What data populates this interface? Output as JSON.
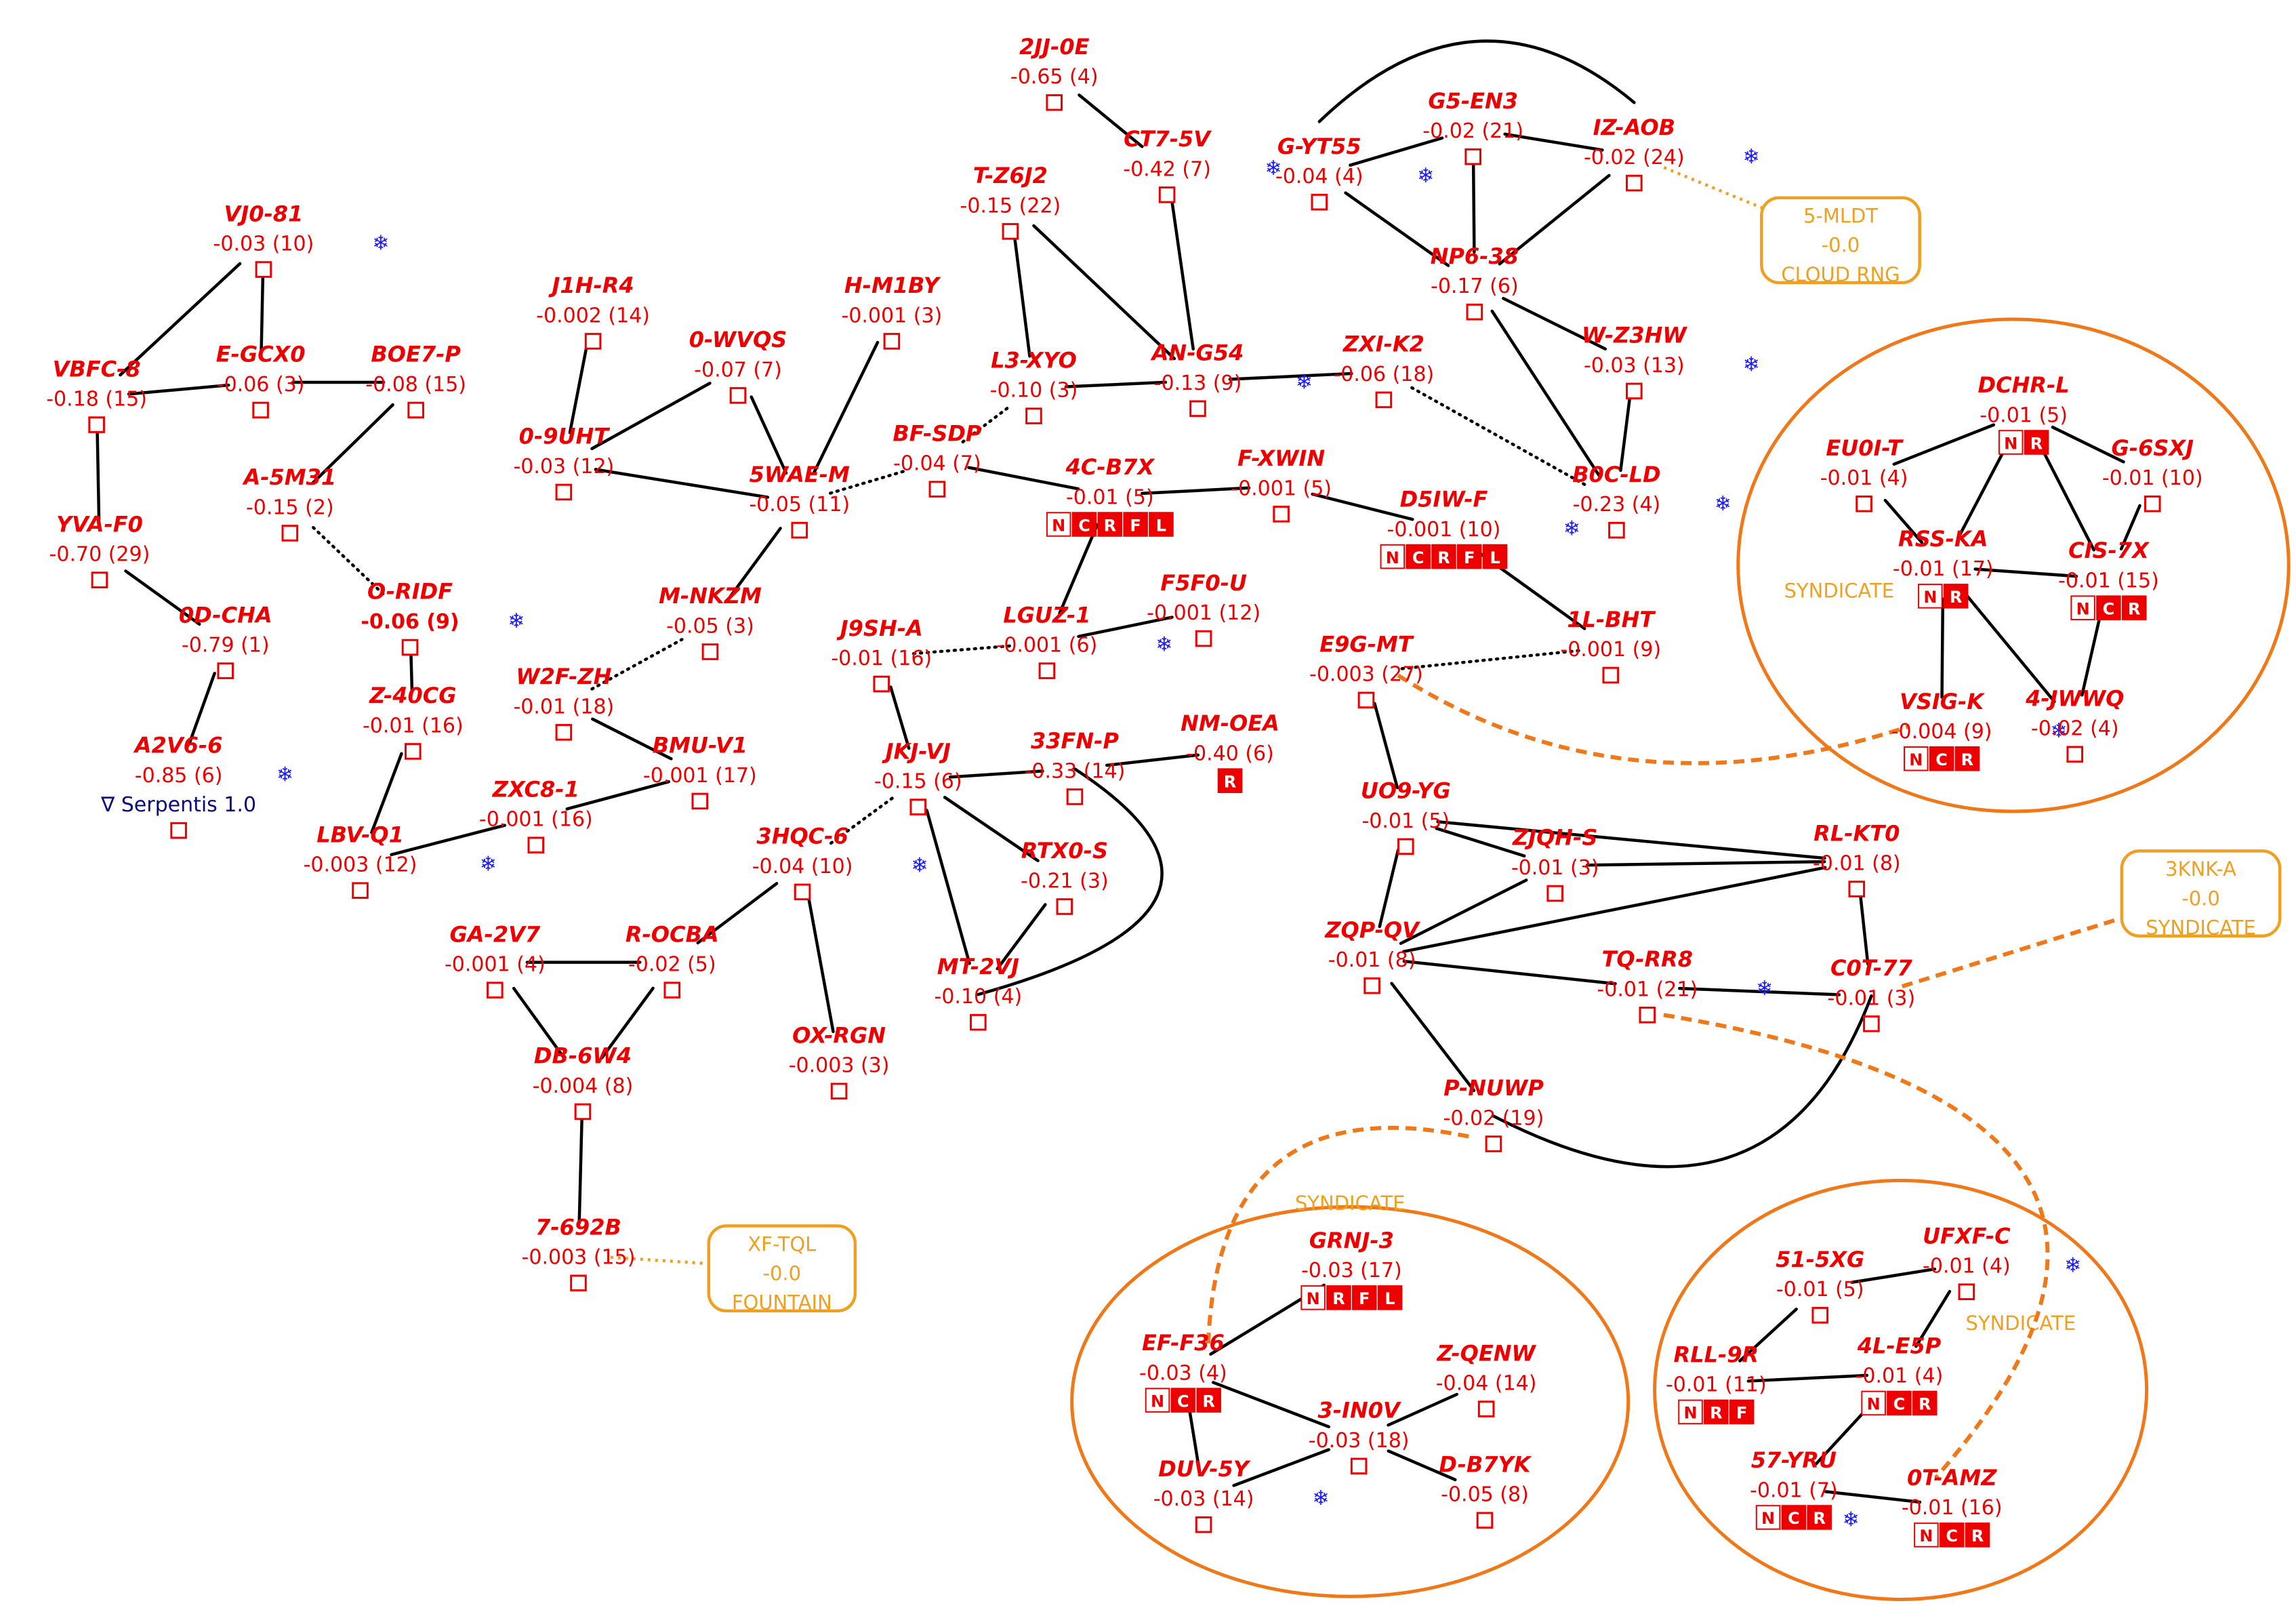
{
  "map": {
    "systems": [
      {
        "id": "VJ0-81",
        "value": "-0.03",
        "count": "(10)",
        "ice": true,
        "services": []
      },
      {
        "id": "E-GCX0",
        "value": "-0.06",
        "count": "(3)",
        "ice": false,
        "services": []
      },
      {
        "id": "VBFC-8",
        "value": "-0.18",
        "count": "(15)",
        "ice": false,
        "services": []
      },
      {
        "id": "BOE7-P",
        "value": "-0.08",
        "count": "(15)",
        "ice": false,
        "services": []
      },
      {
        "id": "A-5M31",
        "value": "-0.15",
        "count": "(2)",
        "ice": false,
        "services": []
      },
      {
        "id": "YVA-F0",
        "value": "-0.70",
        "count": "(29)",
        "ice": false,
        "services": []
      },
      {
        "id": "O-RIDF",
        "value": "-0.06",
        "count": "(9)",
        "ice": true,
        "bold_value": true,
        "services": []
      },
      {
        "id": "0D-CHA",
        "value": "-0.79",
        "count": "(1)",
        "ice": false,
        "services": []
      },
      {
        "id": "A2V6-6",
        "value": "-0.85",
        "count": "(6)",
        "ice": true,
        "services": [],
        "sovereignty": "∇ Serpentis 1.0"
      },
      {
        "id": "Z-40CG",
        "value": "-0.01",
        "count": "(16)",
        "ice": false,
        "services": []
      },
      {
        "id": "LBV-Q1",
        "value": "-0.003",
        "count": "(12)",
        "ice": true,
        "services": []
      },
      {
        "id": "J1H-R4",
        "value": "-0.002",
        "count": "(14)",
        "ice": false,
        "services": []
      },
      {
        "id": "0-WVQS",
        "value": "-0.07",
        "count": "(7)",
        "ice": false,
        "services": []
      },
      {
        "id": "H-M1BY",
        "value": "-0.001",
        "count": "(3)",
        "ice": false,
        "services": []
      },
      {
        "id": "0-9UHT",
        "value": "-0.03",
        "count": "(12)",
        "ice": false,
        "services": []
      },
      {
        "id": "5WAE-M",
        "value": "-0.05",
        "count": "(11)",
        "ice": false,
        "services": []
      },
      {
        "id": "M-NKZM",
        "value": "-0.05",
        "count": "(3)",
        "ice": false,
        "services": []
      },
      {
        "id": "W2F-ZH",
        "value": "-0.01",
        "count": "(18)",
        "ice": false,
        "services": []
      },
      {
        "id": "BMU-V1",
        "value": "-0.001",
        "count": "(17)",
        "ice": false,
        "services": []
      },
      {
        "id": "ZXC8-1",
        "value": "-0.001",
        "count": "(16)",
        "ice": false,
        "services": []
      },
      {
        "id": "GA-2V7",
        "value": "-0.001",
        "count": "(4)",
        "ice": false,
        "services": []
      },
      {
        "id": "R-OCBA",
        "value": "-0.02",
        "count": "(5)",
        "ice": false,
        "services": []
      },
      {
        "id": "DB-6W4",
        "value": "-0.004",
        "count": "(8)",
        "ice": false,
        "services": []
      },
      {
        "id": "7-692B",
        "value": "-0.003",
        "count": "(15)",
        "ice": false,
        "services": []
      },
      {
        "id": "2JJ-0E",
        "value": "-0.65",
        "count": "(4)",
        "ice": false,
        "services": []
      },
      {
        "id": "CT7-5V",
        "value": "-0.42",
        "count": "(7)",
        "ice": true,
        "services": []
      },
      {
        "id": "T-Z6J2",
        "value": "-0.15",
        "count": "(22)",
        "ice": false,
        "services": []
      },
      {
        "id": "L3-XYO",
        "value": "-0.10",
        "count": "(3)",
        "ice": false,
        "services": []
      },
      {
        "id": "AN-G54",
        "value": "-0.13",
        "count": "(9)",
        "ice": true,
        "services": []
      },
      {
        "id": "BF-SDP",
        "value": "-0.04",
        "count": "(7)",
        "ice": false,
        "services": []
      },
      {
        "id": "4C-B7X",
        "value": "-0.01",
        "count": "(5)",
        "ice": false,
        "services": [
          "N",
          "C",
          "R",
          "F",
          "L"
        ]
      },
      {
        "id": "F-XWIN",
        "value": "-0.001",
        "count": "(5)",
        "ice": false,
        "services": []
      },
      {
        "id": "LGUZ-1",
        "value": "-0.001",
        "count": "(6)",
        "ice": true,
        "services": []
      },
      {
        "id": "F5F0-U",
        "value": "-0.001",
        "count": "(12)",
        "ice": false,
        "services": []
      },
      {
        "id": "J9SH-A",
        "value": "-0.01",
        "count": "(16)",
        "ice": false,
        "services": []
      },
      {
        "id": "JKJ-VJ",
        "value": "-0.15",
        "count": "(6)",
        "ice": false,
        "services": []
      },
      {
        "id": "33FN-P",
        "value": "-0.33",
        "count": "(14)",
        "ice": false,
        "services": []
      },
      {
        "id": "NM-OEA",
        "value": "-0.40",
        "count": "(6)",
        "ice": false,
        "services": [
          "R"
        ]
      },
      {
        "id": "3HQC-6",
        "value": "-0.04",
        "count": "(10)",
        "ice": true,
        "services": []
      },
      {
        "id": "RTX0-S",
        "value": "-0.21",
        "count": "(3)",
        "ice": false,
        "services": []
      },
      {
        "id": "MT-2VJ",
        "value": "-0.10",
        "count": "(4)",
        "ice": false,
        "services": []
      },
      {
        "id": "OX-RGN",
        "value": "-0.003",
        "count": "(3)",
        "ice": false,
        "services": []
      },
      {
        "id": "G-YT55",
        "value": "-0.04",
        "count": "(4)",
        "ice": true,
        "services": []
      },
      {
        "id": "G5-EN3",
        "value": "-0.02",
        "count": "(21)",
        "ice": false,
        "services": []
      },
      {
        "id": "IZ-AOB",
        "value": "-0.02",
        "count": "(24)",
        "ice": true,
        "services": []
      },
      {
        "id": "NP6-38",
        "value": "-0.17",
        "count": "(6)",
        "ice": false,
        "services": []
      },
      {
        "id": "W-Z3HW",
        "value": "-0.03",
        "count": "(13)",
        "ice": true,
        "services": []
      },
      {
        "id": "ZXI-K2",
        "value": "-0.06",
        "count": "(18)",
        "ice": false,
        "services": []
      },
      {
        "id": "B0C-LD",
        "value": "-0.23",
        "count": "(4)",
        "ice": true,
        "services": []
      },
      {
        "id": "D5IW-F",
        "value": "-0.001",
        "count": "(10)",
        "ice": true,
        "services": [
          "N",
          "C",
          "R",
          "F",
          "L"
        ]
      },
      {
        "id": "1L-BHT",
        "value": "-0.001",
        "count": "(9)",
        "ice": false,
        "services": []
      },
      {
        "id": "E9G-MT",
        "value": "-0.003",
        "count": "(27)",
        "ice": false,
        "services": []
      },
      {
        "id": "UO9-YG",
        "value": "-0.01",
        "count": "(5)",
        "ice": false,
        "services": []
      },
      {
        "id": "ZJQH-S",
        "value": "-0.01",
        "count": "(3)",
        "ice": false,
        "services": []
      },
      {
        "id": "RL-KT0",
        "value": "-0.01",
        "count": "(8)",
        "ice": false,
        "services": []
      },
      {
        "id": "ZQP-QV",
        "value": "-0.01",
        "count": "(8)",
        "ice": false,
        "services": []
      },
      {
        "id": "TQ-RR8",
        "value": "-0.01",
        "count": "(21)",
        "ice": true,
        "services": []
      },
      {
        "id": "C0T-77",
        "value": "-0.01",
        "count": "(3)",
        "ice": false,
        "services": []
      },
      {
        "id": "P-NUWP",
        "value": "-0.02",
        "count": "(19)",
        "ice": false,
        "services": []
      },
      {
        "id": "DCHR-L",
        "value": "-0.01",
        "count": "(5)",
        "ice": false,
        "services": [
          "N",
          "R"
        ]
      },
      {
        "id": "EU0I-T",
        "value": "-0.01",
        "count": "(4)",
        "ice": false,
        "services": []
      },
      {
        "id": "G-6SXJ",
        "value": "-0.01",
        "count": "(10)",
        "ice": false,
        "services": []
      },
      {
        "id": "RSS-KA",
        "value": "-0.01",
        "count": "(17)",
        "ice": false,
        "services": [
          "N",
          "R"
        ]
      },
      {
        "id": "CIS-7X",
        "value": "-0.01",
        "count": "(15)",
        "ice": false,
        "services": [
          "N",
          "C",
          "R"
        ]
      },
      {
        "id": "VSIG-K",
        "value": "-0.004",
        "count": "(9)",
        "ice": true,
        "services": [
          "N",
          "C",
          "R"
        ]
      },
      {
        "id": "4-JWWQ",
        "value": "-0.02",
        "count": "(4)",
        "ice": false,
        "services": []
      },
      {
        "id": "GRNJ-3",
        "value": "-0.03",
        "count": "(17)",
        "ice": false,
        "services": [
          "N",
          "R",
          "F",
          "L"
        ]
      },
      {
        "id": "EF-F36",
        "value": "-0.03",
        "count": "(4)",
        "ice": false,
        "services": [
          "N",
          "C",
          "R"
        ]
      },
      {
        "id": "Z-QENW",
        "value": "-0.04",
        "count": "(14)",
        "ice": false,
        "services": []
      },
      {
        "id": "3-IN0V",
        "value": "-0.03",
        "count": "(18)",
        "ice": false,
        "services": []
      },
      {
        "id": "DUV-5Y",
        "value": "-0.03",
        "count": "(14)",
        "ice": true,
        "services": []
      },
      {
        "id": "D-B7YK",
        "value": "-0.05",
        "count": "(8)",
        "ice": false,
        "services": []
      },
      {
        "id": "51-5XG",
        "value": "-0.01",
        "count": "(5)",
        "ice": false,
        "services": []
      },
      {
        "id": "UFXF-C",
        "value": "-0.01",
        "count": "(4)",
        "ice": true,
        "services": []
      },
      {
        "id": "RLL-9R",
        "value": "-0.01",
        "count": "(11)",
        "ice": false,
        "services": [
          "N",
          "R",
          "F"
        ]
      },
      {
        "id": "4L-E5P",
        "value": "-0.01",
        "count": "(4)",
        "ice": false,
        "services": [
          "N",
          "C",
          "R"
        ]
      },
      {
        "id": "57-YRU",
        "value": "-0.01",
        "count": "(7)",
        "ice": true,
        "services": [
          "N",
          "C",
          "R"
        ]
      },
      {
        "id": "0T-AMZ",
        "value": "-0.01",
        "count": "(16)",
        "ice": false,
        "services": [
          "N",
          "C",
          "R"
        ]
      }
    ],
    "landmarks": [
      {
        "id": "5-MLDT",
        "value": "-0.0",
        "type": "CLOUD RNG"
      },
      {
        "id": "XF-TQL",
        "value": "-0.0",
        "type": "FOUNTAIN"
      },
      {
        "id": "3KNK-A",
        "value": "-0.0",
        "type": "SYNDICATE"
      }
    ],
    "regions": [
      {
        "label": "SYNDICATE"
      },
      {
        "label": "SYNDICATE"
      },
      {
        "label": "SYNDICATE"
      }
    ],
    "gates": [
      [
        "VJ0-81",
        "VBFC-8",
        "solid"
      ],
      [
        "VJ0-81",
        "E-GCX0",
        "solid"
      ],
      [
        "VBFC-8",
        "E-GCX0",
        "solid"
      ],
      [
        "E-GCX0",
        "BOE7-P",
        "solid"
      ],
      [
        "BOE7-P",
        "A-5M31",
        "solid"
      ],
      [
        "VBFC-8",
        "YVA-F0",
        "solid"
      ],
      [
        "YVA-F0",
        "0D-CHA",
        "solid"
      ],
      [
        "0D-CHA",
        "A2V6-6",
        "solid"
      ],
      [
        "A-5M31",
        "O-RIDF",
        "dotted"
      ],
      [
        "O-RIDF",
        "Z-40CG",
        "solid"
      ],
      [
        "Z-40CG",
        "LBV-Q1",
        "solid"
      ],
      [
        "LBV-Q1",
        "ZXC8-1",
        "solid"
      ],
      [
        "ZXC8-1",
        "BMU-V1",
        "solid"
      ],
      [
        "BMU-V1",
        "W2F-ZH",
        "solid"
      ],
      [
        "W2F-ZH",
        "M-NKZM",
        "dotted"
      ],
      [
        "M-NKZM",
        "5WAE-M",
        "solid"
      ],
      [
        "J1H-R4",
        "0-9UHT",
        "solid"
      ],
      [
        "0-9UHT",
        "0-WVQS",
        "solid"
      ],
      [
        "0-9UHT",
        "5WAE-M",
        "solid"
      ],
      [
        "0-WVQS",
        "5WAE-M",
        "solid"
      ],
      [
        "H-M1BY",
        "5WAE-M",
        "solid"
      ],
      [
        "5WAE-M",
        "BF-SDP",
        "dotted"
      ],
      [
        "BF-SDP",
        "L3-XYO",
        "dotted"
      ],
      [
        "BF-SDP",
        "4C-B7X",
        "solid"
      ],
      [
        "2JJ-0E",
        "CT7-5V",
        "solid"
      ],
      [
        "T-Z6J2",
        "L3-XYO",
        "solid"
      ],
      [
        "T-Z6J2",
        "AN-G54",
        "solid"
      ],
      [
        "CT7-5V",
        "AN-G54",
        "solid"
      ],
      [
        "L3-XYO",
        "AN-G54",
        "solid"
      ],
      [
        "AN-G54",
        "ZXI-K2",
        "solid"
      ],
      [
        "ZXI-K2",
        "B0C-LD",
        "dotted"
      ],
      [
        "G-YT55",
        "G5-EN3",
        "solid"
      ],
      [
        "G5-EN3",
        "IZ-AOB",
        "solid"
      ],
      [
        "G-YT55",
        "IZ-AOB",
        "curve"
      ],
      [
        "G-YT55",
        "NP6-38",
        "solid"
      ],
      [
        "G5-EN3",
        "NP6-38",
        "solid"
      ],
      [
        "IZ-AOB",
        "NP6-38",
        "solid"
      ],
      [
        "NP6-38",
        "W-Z3HW",
        "solid"
      ],
      [
        "NP6-38",
        "B0C-LD",
        "solid"
      ],
      [
        "W-Z3HW",
        "B0C-LD",
        "solid"
      ],
      [
        "4C-B7X",
        "F-XWIN",
        "solid"
      ],
      [
        "F-XWIN",
        "D5IW-F",
        "solid"
      ],
      [
        "D5IW-F",
        "1L-BHT",
        "solid"
      ],
      [
        "1L-BHT",
        "E9G-MT",
        "dotted"
      ],
      [
        "4C-B7X",
        "LGUZ-1",
        "solid"
      ],
      [
        "LGUZ-1",
        "F5F0-U",
        "solid"
      ],
      [
        "J9SH-A",
        "LGUZ-1",
        "dotted"
      ],
      [
        "J9SH-A",
        "JKJ-VJ",
        "solid"
      ],
      [
        "JKJ-VJ",
        "33FN-P",
        "solid"
      ],
      [
        "33FN-P",
        "NM-OEA",
        "solid"
      ],
      [
        "JKJ-VJ",
        "RTX0-S",
        "solid"
      ],
      [
        "JKJ-VJ",
        "MT-2VJ",
        "solid"
      ],
      [
        "RTX0-S",
        "MT-2VJ",
        "solid"
      ],
      [
        "33FN-P",
        "MT-2VJ",
        "curve"
      ],
      [
        "JKJ-VJ",
        "3HQC-6",
        "dotted"
      ],
      [
        "3HQC-6",
        "R-OCBA",
        "solid"
      ],
      [
        "3HQC-6",
        "OX-RGN",
        "solid"
      ],
      [
        "GA-2V7",
        "R-OCBA",
        "solid"
      ],
      [
        "GA-2V7",
        "DB-6W4",
        "solid"
      ],
      [
        "R-OCBA",
        "DB-6W4",
        "solid"
      ],
      [
        "DB-6W4",
        "7-692B",
        "solid"
      ],
      [
        "E9G-MT",
        "UO9-YG",
        "solid"
      ],
      [
        "UO9-YG",
        "ZJQH-S",
        "solid"
      ],
      [
        "UO9-YG",
        "RL-KT0",
        "solid"
      ],
      [
        "UO9-YG",
        "ZQP-QV",
        "solid"
      ],
      [
        "ZJQH-S",
        "RL-KT0",
        "solid"
      ],
      [
        "ZJQH-S",
        "ZQP-QV",
        "solid"
      ],
      [
        "ZQP-QV",
        "RL-KT0",
        "solid"
      ],
      [
        "ZQP-QV",
        "TQ-RR8",
        "solid"
      ],
      [
        "TQ-RR8",
        "C0T-77",
        "solid"
      ],
      [
        "RL-KT0",
        "C0T-77",
        "solid"
      ],
      [
        "ZQP-QV",
        "P-NUWP",
        "solid"
      ],
      [
        "P-NUWP",
        "C0T-77",
        "curve"
      ],
      [
        "DCHR-L",
        "EU0I-T",
        "solid"
      ],
      [
        "DCHR-L",
        "G-6SXJ",
        "solid"
      ],
      [
        "DCHR-L",
        "RSS-KA",
        "solid"
      ],
      [
        "DCHR-L",
        "CIS-7X",
        "solid"
      ],
      [
        "EU0I-T",
        "RSS-KA",
        "solid"
      ],
      [
        "G-6SXJ",
        "CIS-7X",
        "solid"
      ],
      [
        "RSS-KA",
        "CIS-7X",
        "solid"
      ],
      [
        "RSS-KA",
        "VSIG-K",
        "solid"
      ],
      [
        "RSS-KA",
        "4-JWWQ",
        "solid"
      ],
      [
        "CIS-7X",
        "4-JWWQ",
        "solid"
      ],
      [
        "GRNJ-3",
        "EF-F36",
        "solid"
      ],
      [
        "EF-F36",
        "3-IN0V",
        "solid"
      ],
      [
        "EF-F36",
        "DUV-5Y",
        "solid"
      ],
      [
        "3-IN0V",
        "Z-QENW",
        "solid"
      ],
      [
        "3-IN0V",
        "DUV-5Y",
        "solid"
      ],
      [
        "3-IN0V",
        "D-B7YK",
        "solid"
      ],
      [
        "51-5XG",
        "UFXF-C",
        "solid"
      ],
      [
        "51-5XG",
        "RLL-9R",
        "solid"
      ],
      [
        "UFXF-C",
        "4L-E5P",
        "solid"
      ],
      [
        "RLL-9R",
        "4L-E5P",
        "solid"
      ],
      [
        "4L-E5P",
        "57-YRU",
        "solid"
      ],
      [
        "57-YRU",
        "0T-AMZ",
        "solid"
      ],
      [
        "E9G-MT",
        "VSIG-K",
        "region-jump"
      ],
      [
        "P-NUWP",
        "EF-F36",
        "region-jump"
      ],
      [
        "TQ-RR8",
        "0T-AMZ",
        "region-jump"
      ],
      [
        "C0T-77",
        "3KNK-A",
        "region-jump"
      ],
      [
        "IZ-AOB",
        "5-MLDT",
        "landmark"
      ],
      [
        "7-692B",
        "XF-TQL",
        "landmark"
      ]
    ]
  },
  "colors": {
    "system": "#ee0000",
    "ice": "#1a1aff",
    "gate": "#000000",
    "region": "#f07818",
    "landmark": "#f0a020",
    "sovereignty": "#0a0a80",
    "background": "#ffffff"
  },
  "icons": {
    "ice": "snowflake-icon",
    "station": "station-square-icon"
  }
}
